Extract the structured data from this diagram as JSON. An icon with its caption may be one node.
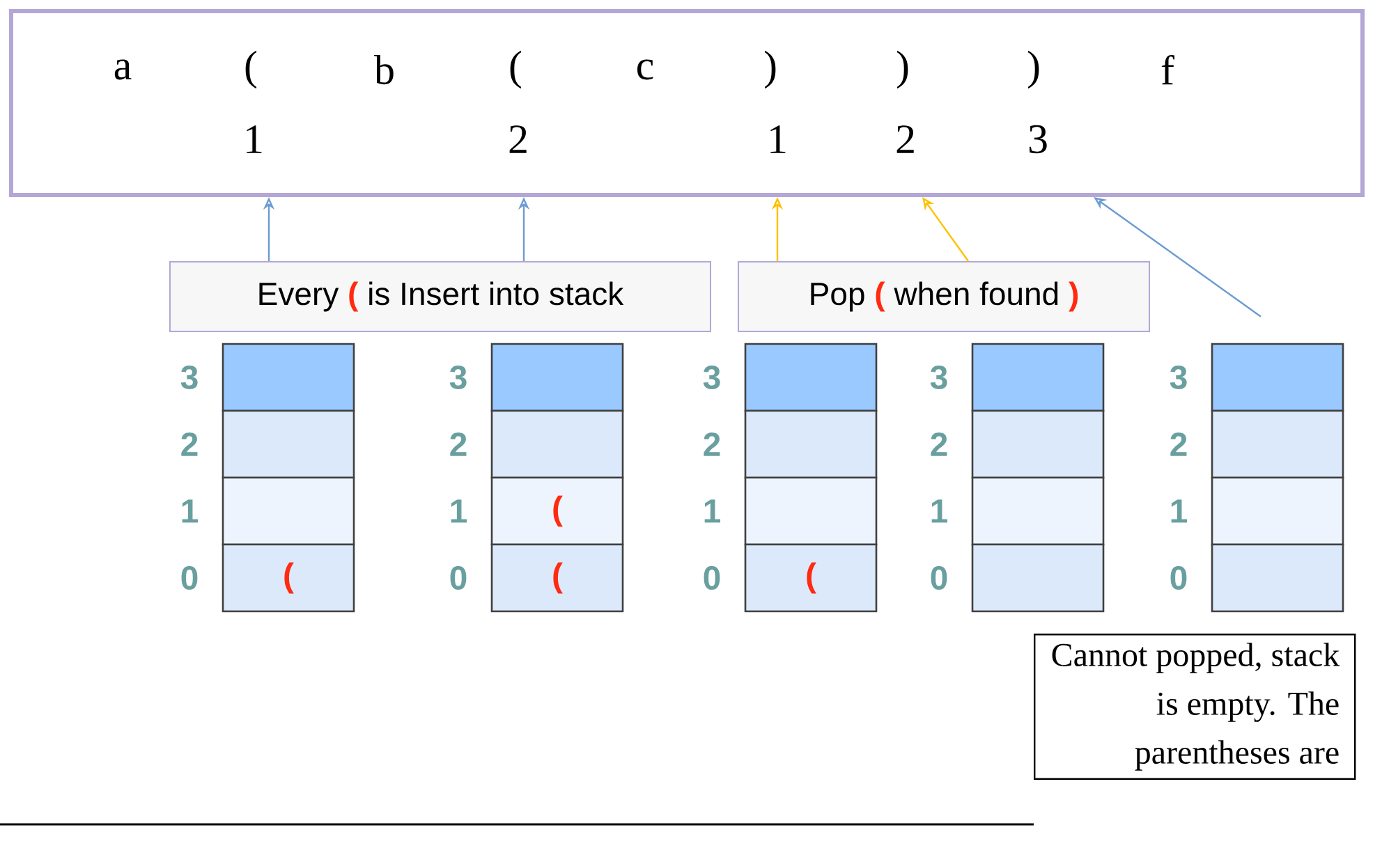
{
  "diagram": {
    "nodes": [
      {
        "text": [
          "a",
          "(",
          "b",
          "(",
          "c",
          ")",
          ")",
          ")",
          "f",
          "1",
          "2",
          "1",
          "2",
          "3"
        ]
      },
      {
        "text": [
          "Every",
          "(",
          "is Insert into stack"
        ]
      },
      {
        "text": [
          "Pop",
          "(",
          "when found",
          ")"
        ]
      },
      {
        "text": [],
        "shape": "box"
      },
      {
        "text": [],
        "shape": "box"
      },
      {
        "text": [],
        "shape": "box"
      },
      {
        "text": [
          "("
        ]
      },
      {
        "text": [],
        "shape": "box"
      },
      {
        "text": [],
        "shape": "box"
      },
      {
        "text": [
          "("
        ]
      },
      {
        "text": [
          "("
        ]
      },
      {
        "text": [],
        "shape": "box"
      },
      {
        "text": [],
        "shape": "box"
      },
      {
        "text": [],
        "shape": "box"
      },
      {
        "text": [
          "("
        ]
      },
      {
        "text": [],
        "shape": "box"
      },
      {
        "text": [],
        "shape": "box"
      },
      {
        "text": [],
        "shape": "box"
      },
      {
        "text": [],
        "shape": "box"
      },
      {
        "text": [],
        "shape": "box"
      },
      {
        "text": [],
        "shape": "box"
      },
      {
        "text": [],
        "shape": "box"
      },
      {
        "text": [],
        "shape": "box"
      },
      {
        "text": [
          "Cannot popped, stack is empty. The parentheses are"
        ]
      }
    ],
    "edges": [
      {
        "from": 1,
        "to": 0,
        "arrow": "to"
      },
      {
        "from": 1,
        "to": 0,
        "arrow": "to"
      },
      {
        "from": 2,
        "to": 0,
        "arrow": "to",
        "color": "#ffc000"
      },
      {
        "from": 2,
        "to": 0,
        "arrow": "to",
        "color": "#ffc000"
      },
      {
        "from": 19,
        "to": 0,
        "arrow": "to"
      }
    ],
    "labels": [
      "3",
      "3",
      "3",
      "3",
      "3",
      "2",
      "2",
      "2",
      "2",
      "2",
      "1",
      "1",
      "1",
      "1",
      "1",
      "0",
      "0",
      "0",
      "0",
      "0"
    ]
  }
}
